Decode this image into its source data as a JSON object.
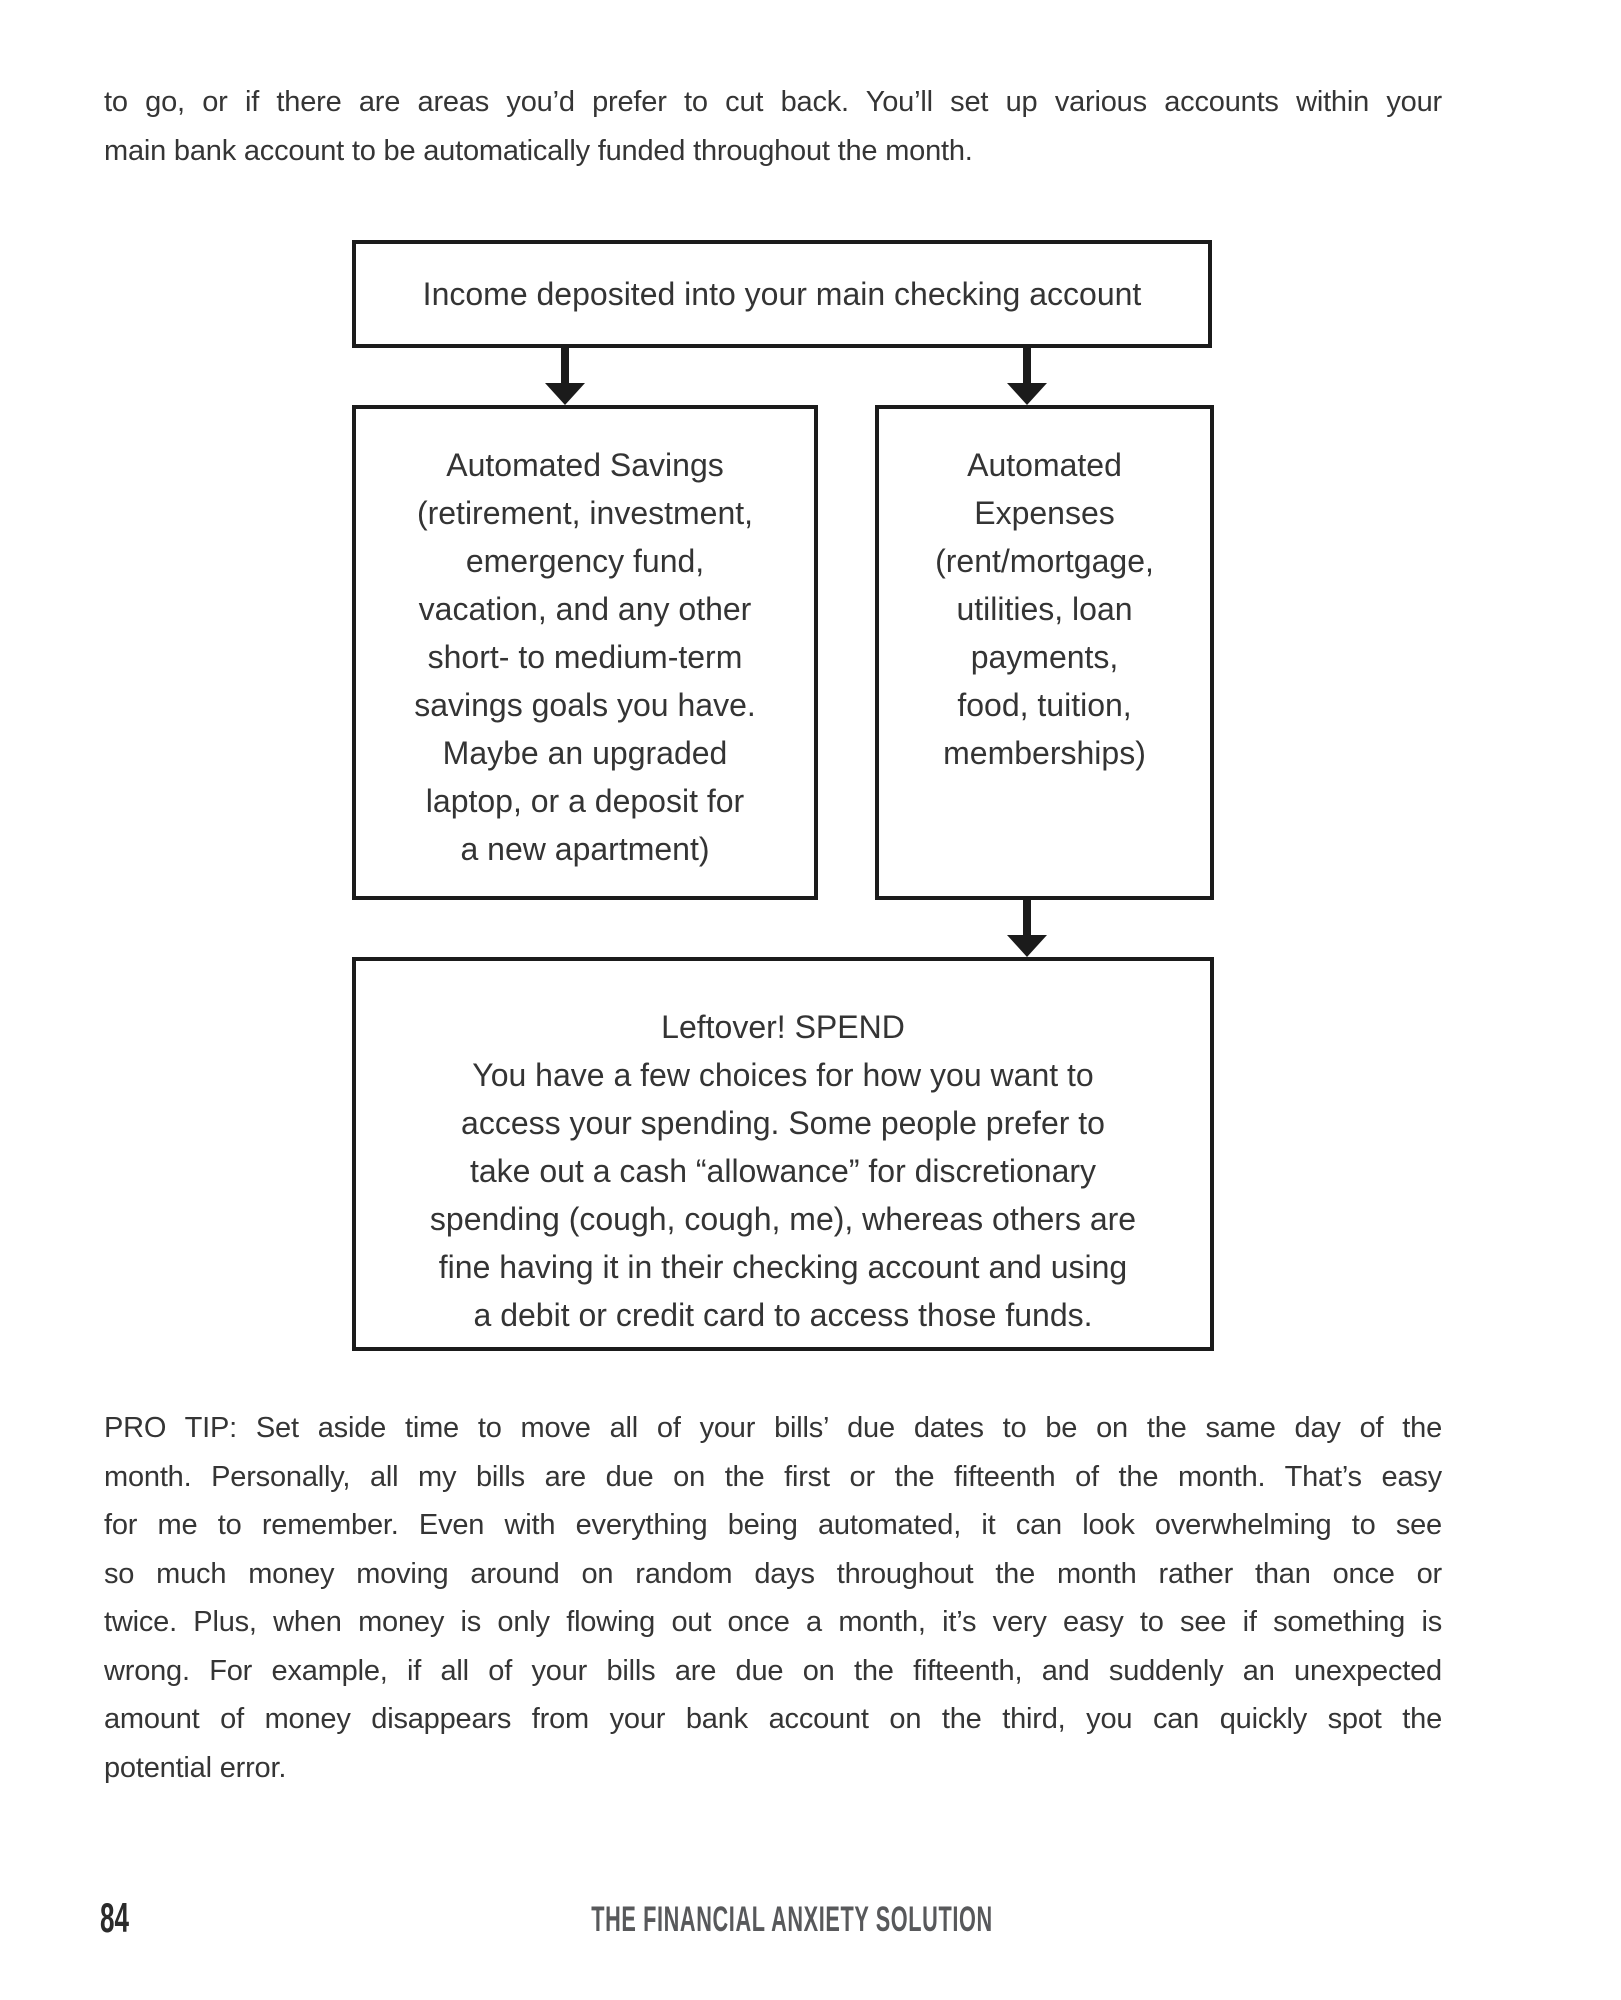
{
  "intro": {
    "lines": [
      "to go, or if there are areas you’d prefer to cut back. You’ll set up various accounts within your",
      "main bank account to be automatically funded throughout the month."
    ]
  },
  "flowchart": {
    "income_box": "Income deposited into your main checking account",
    "savings_box": {
      "lines": [
        "Automated Savings",
        "(retirement, investment,",
        "emergency fund,",
        "vacation, and any other",
        "short- to medium-term",
        "savings goals you have.",
        "Maybe an upgraded",
        "laptop, or a deposit for",
        "a new apartment)"
      ]
    },
    "expenses_box": {
      "lines": [
        "Automated",
        "Expenses",
        "(rent/mortgage,",
        "utilities, loan",
        "payments,",
        "food, tuition,",
        "memberships)"
      ]
    },
    "leftover_box": {
      "lines": [
        "Leftover! SPEND",
        "You have a few choices for how you want to",
        "access your spending. Some people prefer to",
        "take out a cash “allowance” for discretionary",
        "spending (cough, cough, me), whereas others are",
        "fine having it in their checking account and using",
        "a debit or credit card to access those funds."
      ]
    }
  },
  "pro_tip": {
    "lines": [
      "PRO TIP: Set aside time to move all of your bills’ due dates to be on the same day of the",
      "month. Personally, all my bills are due on the first or the fifteenth of the month. That’s easy",
      "for me to remember. Even with everything being automated, it can look overwhelming to see",
      "so much money moving around on random days throughout the month rather than once or",
      "twice. Plus, when money is only flowing out once a month, it’s very easy to see if something is",
      "wrong. For example, if all of your bills are due on the fifteenth, and suddenly an unexpected",
      "amount of money disappears from your bank account on the third, you can quickly spot the",
      "potential error."
    ]
  },
  "footer": {
    "page_number": "84",
    "running_title": "THE FINANCIAL ANXIETY SOLUTION"
  },
  "colors": {
    "ink": "#343434",
    "line": "#1b1b1b",
    "footer_gray": "#58595b",
    "background": "#ffffff"
  }
}
